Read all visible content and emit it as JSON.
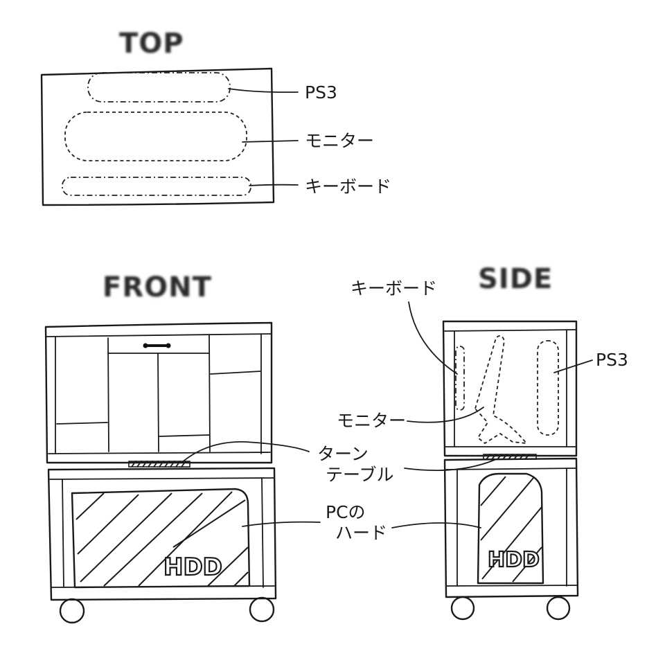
{
  "views": {
    "top": "TOP",
    "front": "FRONT",
    "side": "SIDE"
  },
  "labels": {
    "ps3": "PS3",
    "monitor": "モニター",
    "keyboard": "キーボード",
    "turntable_line1": "ターン",
    "turntable_line2": "テーブル",
    "pc_hdd_line1": "PCの",
    "pc_hdd_line2": "ハード",
    "hdd": "HDD"
  },
  "colors": {
    "ink": "#1a1a1a",
    "paper": "#ffffff"
  }
}
